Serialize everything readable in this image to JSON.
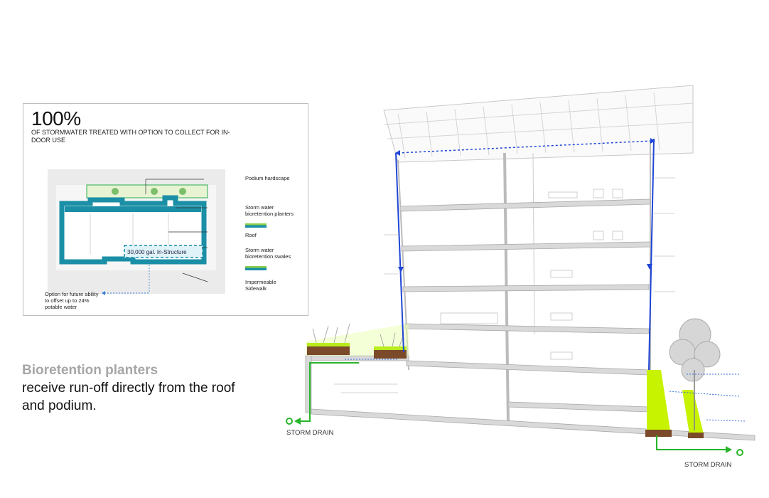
{
  "card": {
    "percent": "100%",
    "subtitle": "OF STORMWATER TREATED WITH OPTION TO COLLECT FOR IN-DOOR USE",
    "in_structure": "30,000 gal. In-Structure",
    "labels": {
      "podium": "Podium hardscape",
      "planters": "Storm water bioretention planters",
      "roof": "Roof",
      "swales": "Storm water bioretention swales",
      "sidewalk": "Impermeable Sidewalk",
      "future": "Option for future ability to offset up to 24% potable water"
    }
  },
  "caption": {
    "heading": "Bioretention planters",
    "body": "receive run-off directly from the roof and podium."
  },
  "storm_drain_left": "STORM DRAIN",
  "storm_drain_right": "STORM DRAIN",
  "colors": {
    "teal": "#1a8fa6",
    "green": "#27b52a",
    "lime": "#c7f200",
    "blue": "#1f46d6",
    "grey_heading": "#a6a6a6"
  }
}
